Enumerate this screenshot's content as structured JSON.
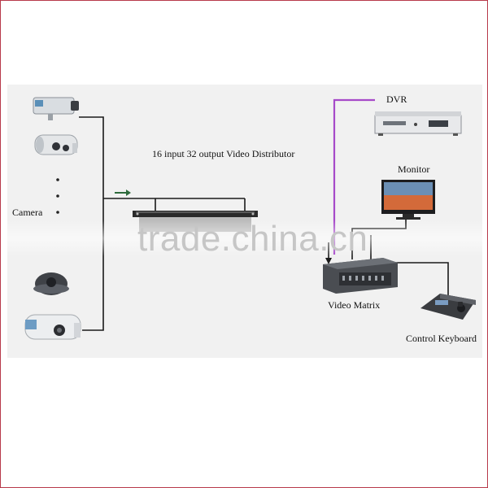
{
  "labels": {
    "distributor": "16 input 32 output Video Distributor",
    "camera": "Camera",
    "dvr": "DVR",
    "monitor": "Monitor",
    "video_matrix": "Video Matrix",
    "control_keyboard": "Control Keyboard"
  },
  "watermark": "trade.china.cn",
  "colors": {
    "frame_border": "#b83a4b",
    "panel": "#f1f1f1",
    "wire": "#1a1a1a",
    "dvr_wire": "#a64ac9",
    "arrow": "#2e6b3c"
  }
}
